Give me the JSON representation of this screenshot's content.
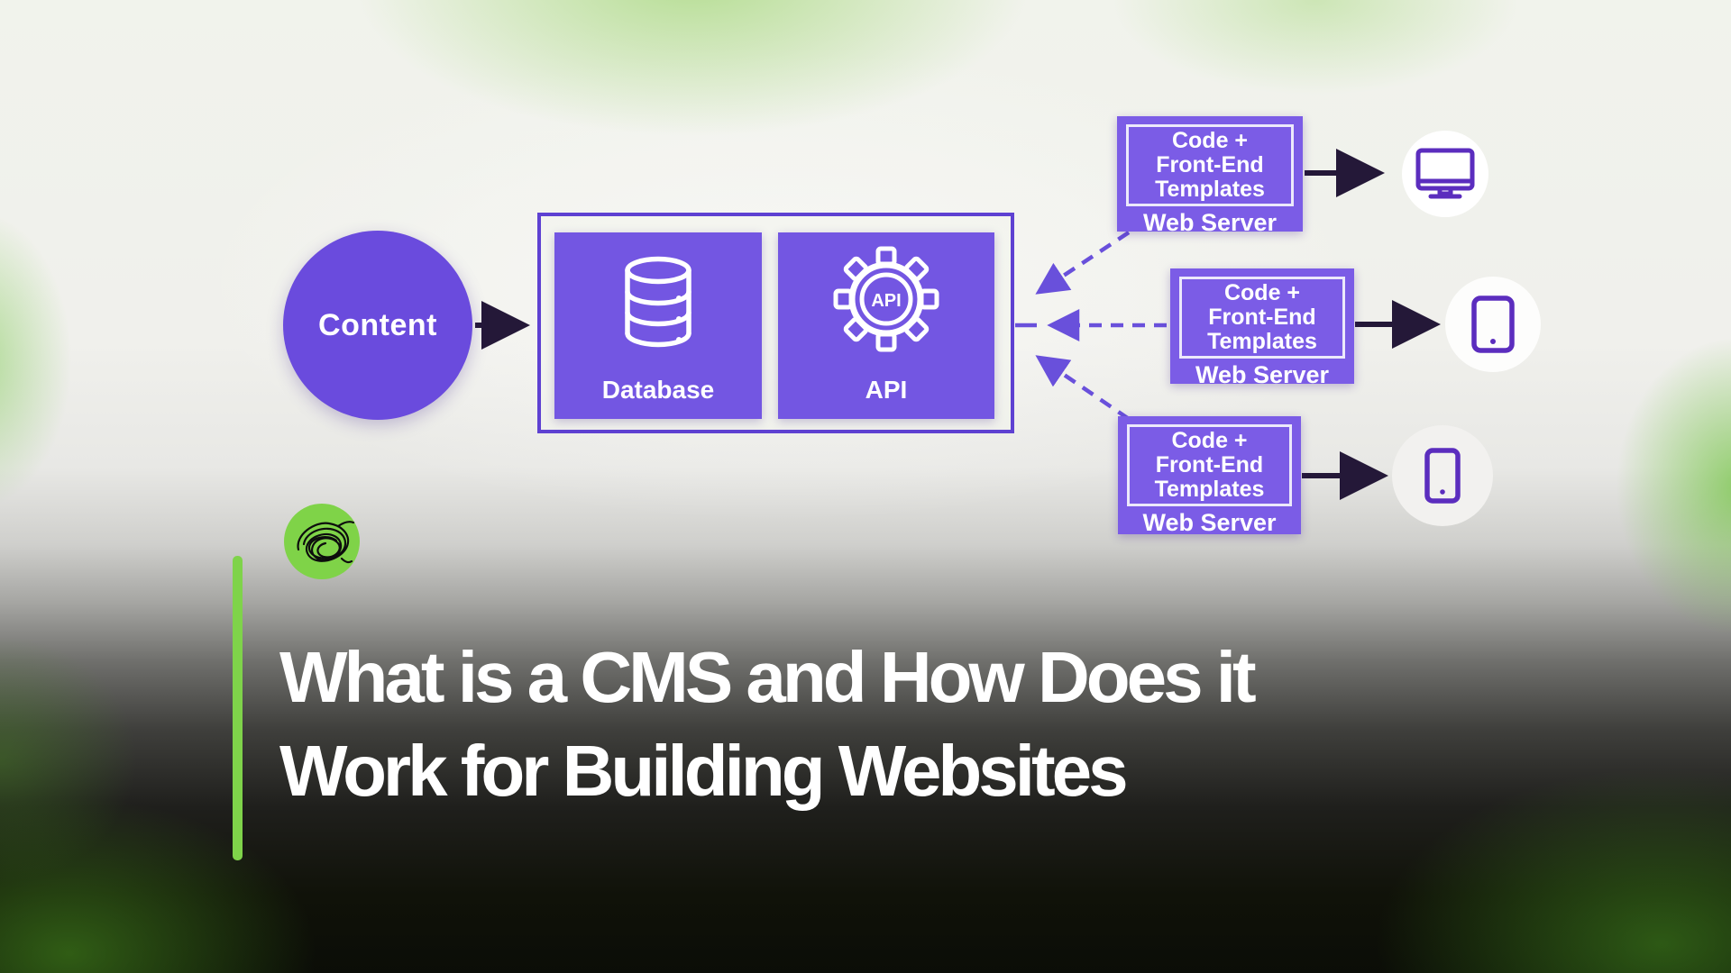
{
  "hero": {
    "title": {
      "line1": "What is a CMS and How Does it",
      "line2": "Work for Building Websites"
    },
    "accent_color": "#7fd34a",
    "logo": "scribble-mark"
  },
  "diagram": {
    "content": {
      "label": "Content"
    },
    "cms": {
      "database_label": "Database",
      "api_label": "API",
      "api_gear_text": "API"
    },
    "web_servers": [
      {
        "line1": "Code +",
        "line2": "Front-End",
        "line3": "Templates",
        "subtitle": "Web Server",
        "device": "desktop"
      },
      {
        "line1": "Code +",
        "line2": "Front-End",
        "line3": "Templates",
        "subtitle": "Web Server",
        "device": "tablet"
      },
      {
        "line1": "Code +",
        "line2": "Front-End",
        "line3": "Templates",
        "subtitle": "Web Server",
        "device": "phone"
      }
    ],
    "devices": [
      "desktop-icon",
      "tablet-icon",
      "phone-icon"
    ],
    "colors": {
      "node_purple": "#6a4bdd",
      "box_purple": "#7356e2",
      "ws_purple": "#7b5ce6",
      "box_border_purple": "#5e41d2",
      "solid_arrow": "#241838",
      "dashed_arrow": "#6950db",
      "device_icon_purple": "#5b2dbe",
      "accent_green": "#7fd34a"
    }
  }
}
